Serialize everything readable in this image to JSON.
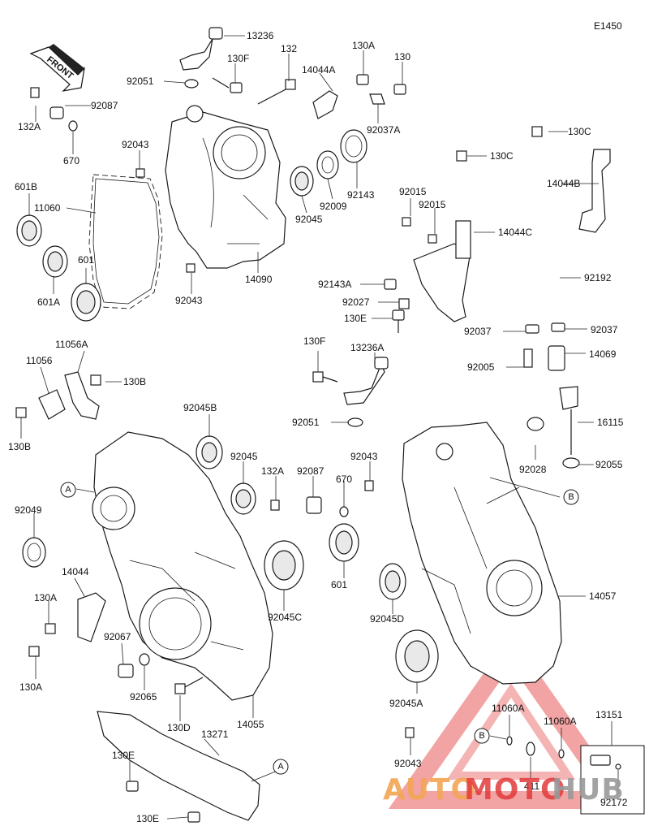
{
  "diagram_code": "E1450",
  "front_label": "FRONT",
  "watermark": {
    "text_auto": "AUTO",
    "text_moto": "MOTO",
    "text_hub": "HUB",
    "color_red": "#e23b3b",
    "color_orange": "#f2a654",
    "color_gray": "#9a9a9a"
  },
  "ref_markers": {
    "A": "A",
    "B": "B"
  },
  "labels": {
    "l13236": "13236",
    "l132": "132",
    "l130A_top": "130A",
    "l130_top": "130",
    "l130F_top": "130F",
    "l92051_top": "92051",
    "l14044A": "14044A",
    "l92087_top": "92087",
    "l132A_top": "132A",
    "l670_top": "670",
    "l92043_a": "92043",
    "l92037A": "92037A",
    "l92143": "92143",
    "l92009": "92009",
    "l92045_top": "92045",
    "l601B": "601B",
    "l11060": "11060",
    "l601": "601",
    "l601A": "601A",
    "l14090": "14090",
    "l92043_b": "92043",
    "l130C_1": "130C",
    "l130C_2": "130C",
    "l14044B": "14044B",
    "l92015_1": "92015",
    "l92015_2": "92015",
    "l14044C": "14044C",
    "l92143A": "92143A",
    "l92027": "92027",
    "l130E_mid": "130E",
    "l92192": "92192",
    "l92037_1": "92037",
    "l92037_2": "92037",
    "l14069": "14069",
    "l92005": "92005",
    "l130F_mid": "130F",
    "l13236A": "13236A",
    "l11056A": "11056A",
    "l11056": "11056",
    "l130B_1": "130B",
    "l130B_2": "130B",
    "l92045B": "92045B",
    "l92051_mid": "92051",
    "l16115": "16115",
    "l92045_mid": "92045",
    "l92043_c": "92043",
    "l92028": "92028",
    "l92055": "92055",
    "l132A_mid": "132A",
    "l92087_mid": "92087",
    "l670_mid": "670",
    "l92049": "92049",
    "l601_mid": "601",
    "l14044": "14044",
    "l130A_1": "130A",
    "l130A_2": "130A",
    "l92045C": "92045C",
    "l92045D": "92045D",
    "l14057": "14057",
    "l92067": "92067",
    "l92065": "92065",
    "l130D": "130D",
    "l14055": "14055",
    "l92045A": "92045A",
    "l13271": "13271",
    "l130E_1": "130E",
    "l130E_2": "130E",
    "l92043_d": "92043",
    "l11060A_1": "11060A",
    "l11060A_2": "11060A",
    "l13151": "13151",
    "l411": "411",
    "l92172": "92172"
  }
}
